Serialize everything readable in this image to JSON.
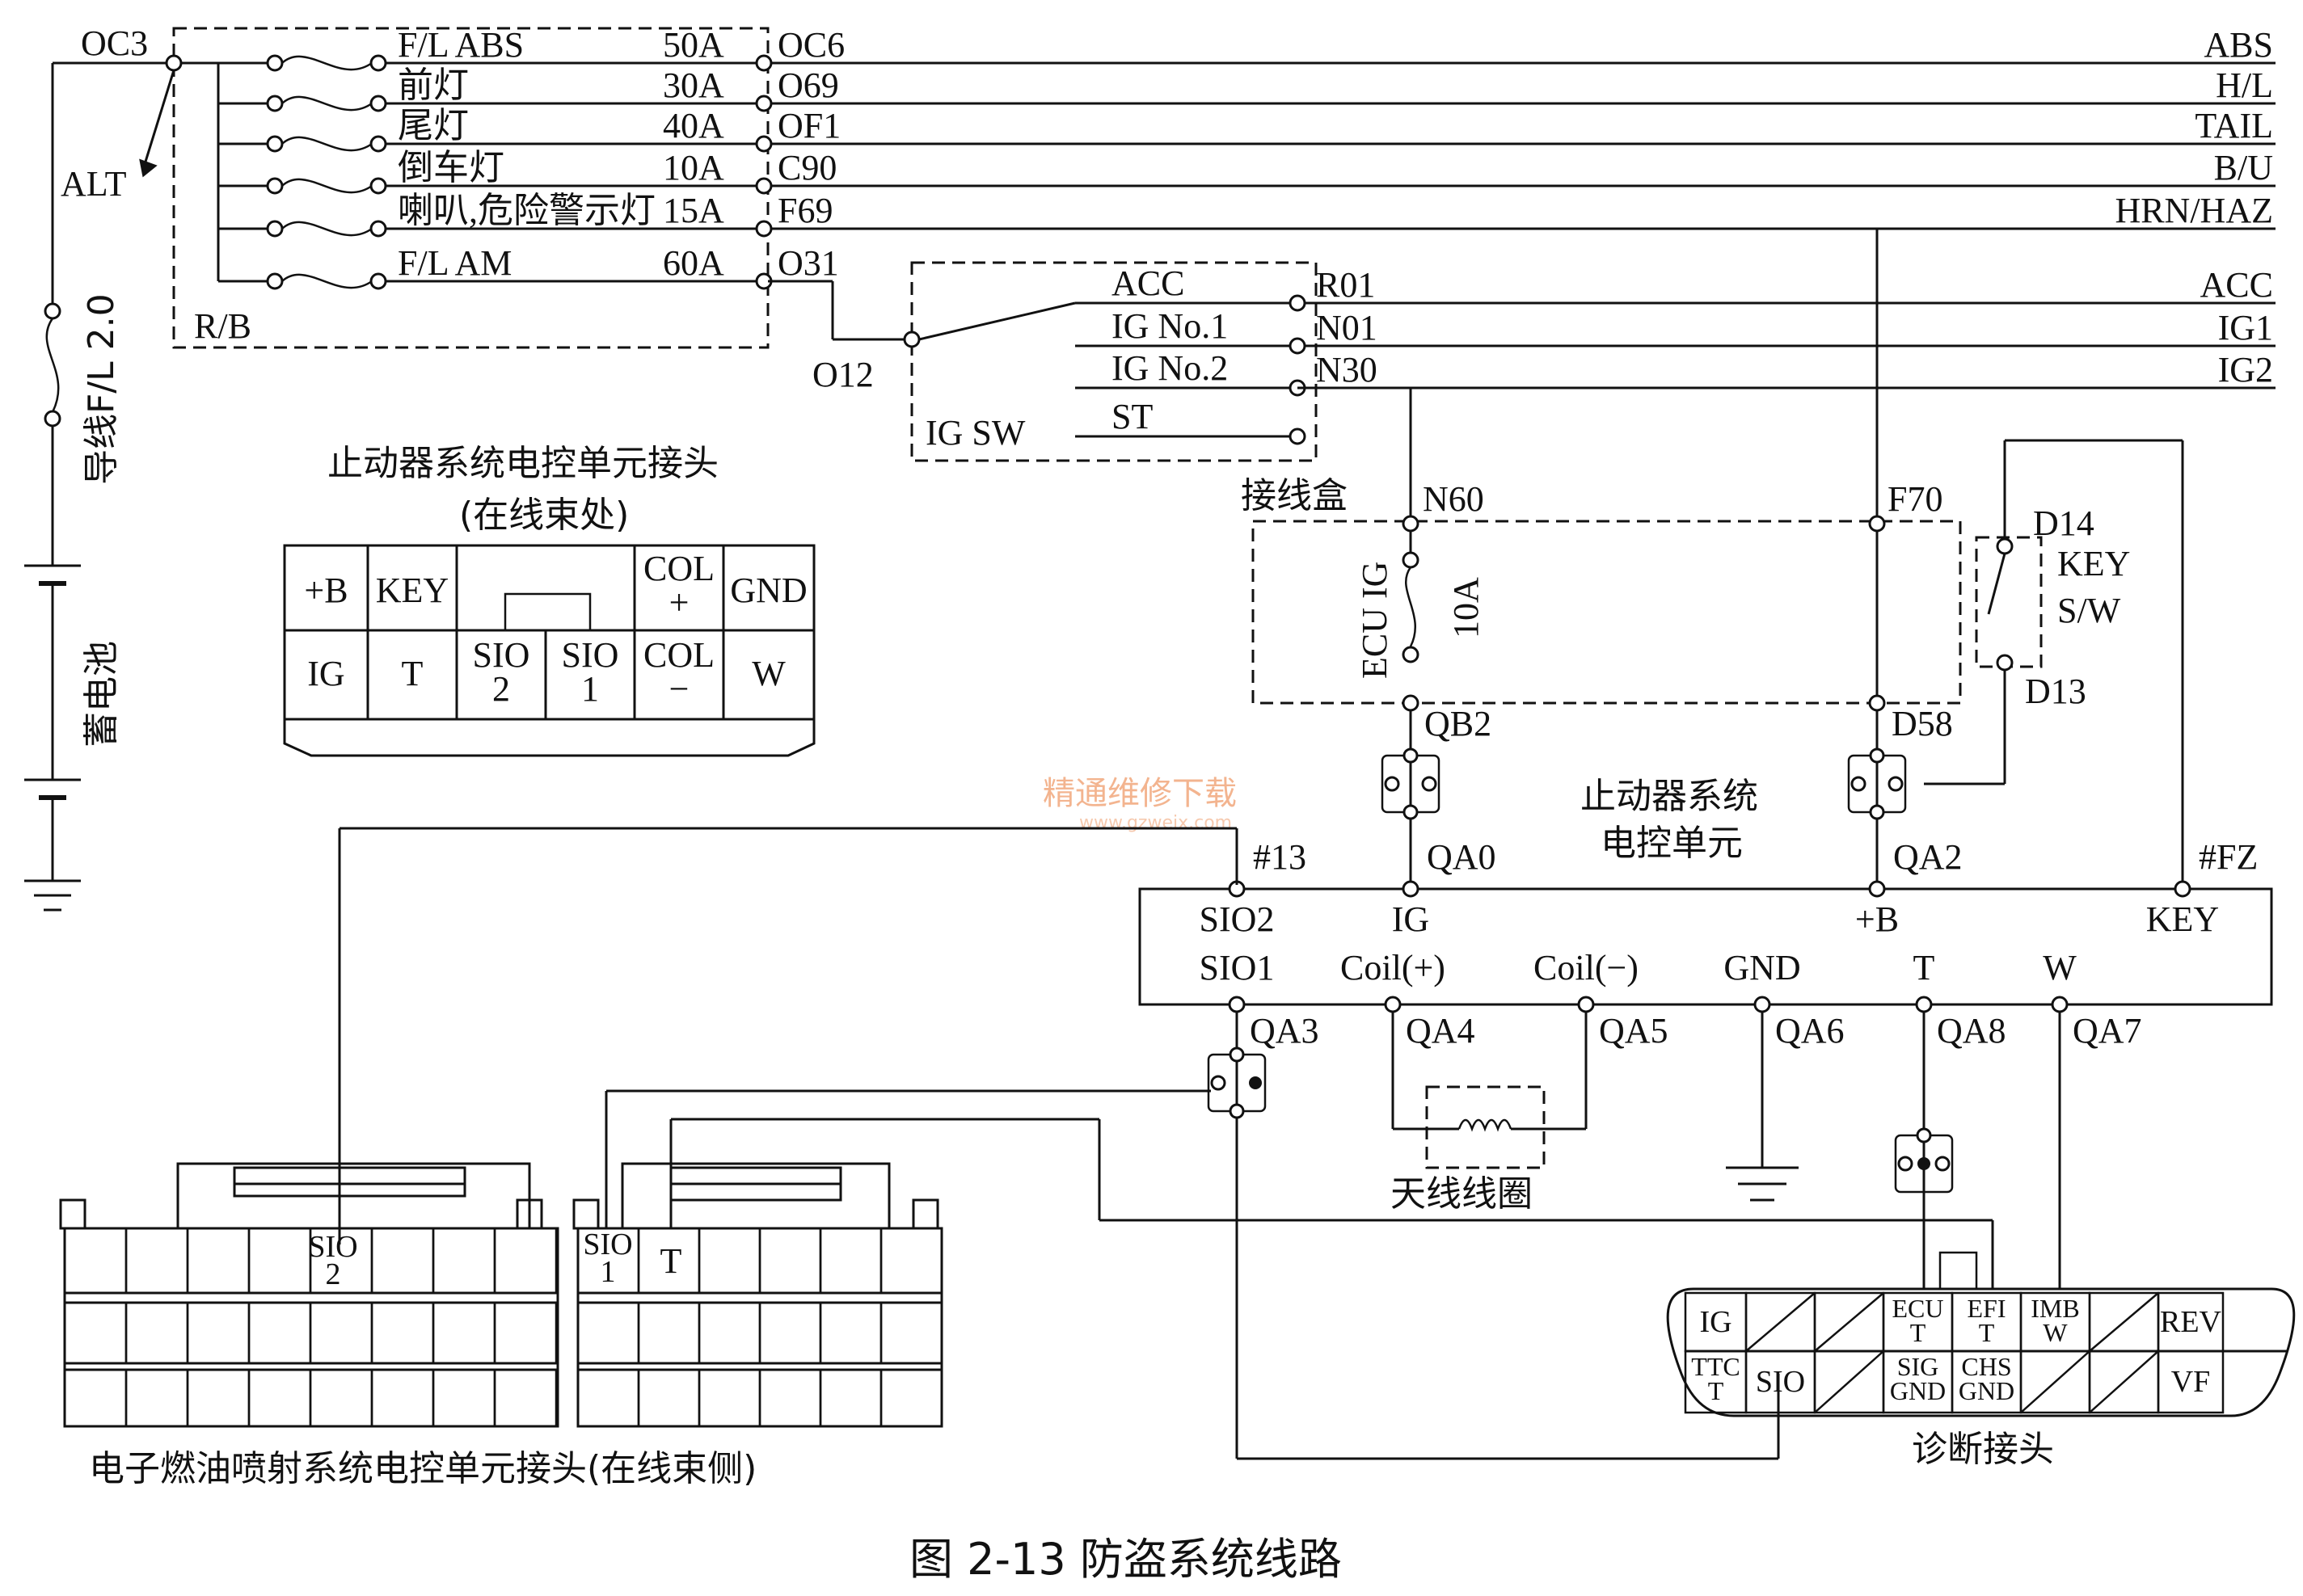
{
  "figure": {
    "caption": "图 2-13    防盗系统线路",
    "watermark": "精通维修下载",
    "watermark_url": "www.gzweix.com"
  },
  "relay_box": {
    "label": "R/B",
    "input_node": "OC3",
    "alt_label": "ALT",
    "fuses": [
      {
        "name": "F/L ABS",
        "rating": "50A",
        "node": "OC6",
        "signal": "ABS"
      },
      {
        "name": "前灯",
        "rating": "30A",
        "node": "O69",
        "signal": "H/L"
      },
      {
        "name": "尾灯",
        "rating": "40A",
        "node": "OF1",
        "signal": "TAIL"
      },
      {
        "name": "倒车灯",
        "rating": "10A",
        "node": "C90",
        "signal": "B/U"
      },
      {
        "name": "喇叭,危险警示灯",
        "rating": "15A",
        "node": "F69",
        "signal": "HRN/HAZ"
      },
      {
        "name": "F/L AM",
        "rating": "60A",
        "node": "O31",
        "signal": ""
      }
    ]
  },
  "battery": {
    "fusible_link": "导线F/L 2.0",
    "label": "蓄电池"
  },
  "ignition_switch": {
    "label": "IG SW",
    "input_node": "O12",
    "positions": [
      {
        "name": "ACC",
        "node": "R01",
        "signal": "ACC"
      },
      {
        "name": "IG No.1",
        "node": "N01",
        "signal": "IG1"
      },
      {
        "name": "IG No.2",
        "node": "N30",
        "signal": "IG2"
      },
      {
        "name": "ST",
        "node": "",
        "signal": ""
      }
    ]
  },
  "junction_box": {
    "label": "接线盒",
    "fuse_name": "ECU IG",
    "fuse_rating": "10A",
    "node_in_ig": "N60",
    "node_in_b": "F70",
    "node_out_ig": "QB2",
    "node_out_b": "D58"
  },
  "key_switch": {
    "label_line1": "KEY",
    "label_line2": "S/W",
    "node_top": "D14",
    "node_bottom": "D13"
  },
  "immobiliser_ecu": {
    "title_line1": "止动器系统",
    "title_line2": "电控单元",
    "top_pins": [
      {
        "name": "SIO2",
        "node": "#13"
      },
      {
        "name": "IG",
        "node": "QA0"
      },
      {
        "name": "+B",
        "node": "QA2"
      },
      {
        "name": "KEY",
        "node": "#FZ"
      }
    ],
    "bottom_pins": [
      {
        "name": "SIO1",
        "node": "QA3"
      },
      {
        "name": "Coil(+)",
        "node": "QA4"
      },
      {
        "name": "Coil(−)",
        "node": "QA5"
      },
      {
        "name": "GND",
        "node": "QA6"
      },
      {
        "name": "T",
        "node": "QA8"
      },
      {
        "name": "W",
        "node": "QA7"
      }
    ],
    "antenna_coil": "天线线圈"
  },
  "ecu_connector": {
    "title_line1": "止动器系统电控单元接头",
    "title_line2": "(在线束处)",
    "top_row": [
      "+B",
      "KEY",
      "",
      "COL\n+",
      "GND"
    ],
    "bottom_row": [
      "IG",
      "T",
      "SIO\n2",
      "SIO\n1",
      "COL\n−",
      "W"
    ]
  },
  "efi_connector": {
    "caption": "电子燃油喷射系统电控单元接头(在线束侧)",
    "pin_sio2": "SIO\n2",
    "pin_sio1": "SIO\n1",
    "pin_t": "T"
  },
  "diagnostic_connector": {
    "caption": "诊断接头",
    "top_row": [
      "IG",
      "",
      "",
      "ECU\nT",
      "EFI\nT",
      "IMB\nW",
      "",
      "REV"
    ],
    "bottom_row": [
      "TTC\nT",
      "SIO",
      "",
      "SIG\nGND",
      "CHS\nGND",
      "",
      "",
      "VF"
    ]
  }
}
